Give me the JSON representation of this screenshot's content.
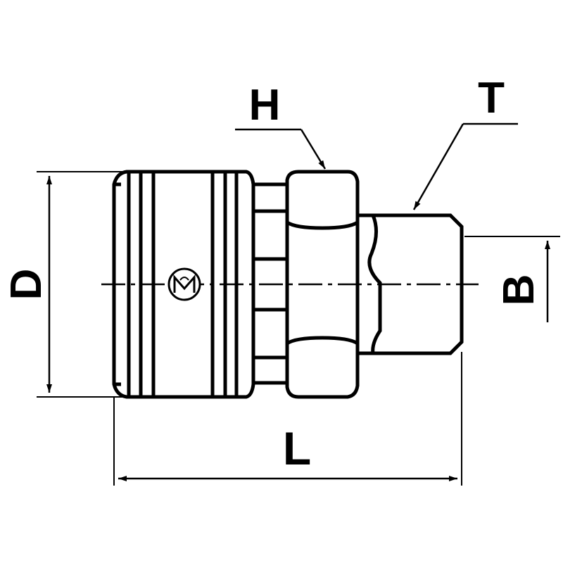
{
  "dimensions": {
    "H": "H",
    "T": "T",
    "D": "D",
    "B": "B",
    "L": "L"
  },
  "colors": {
    "line": "#000000",
    "background": "#ffffff"
  },
  "icons": {
    "logo": "manufacturer-logo-icon"
  }
}
